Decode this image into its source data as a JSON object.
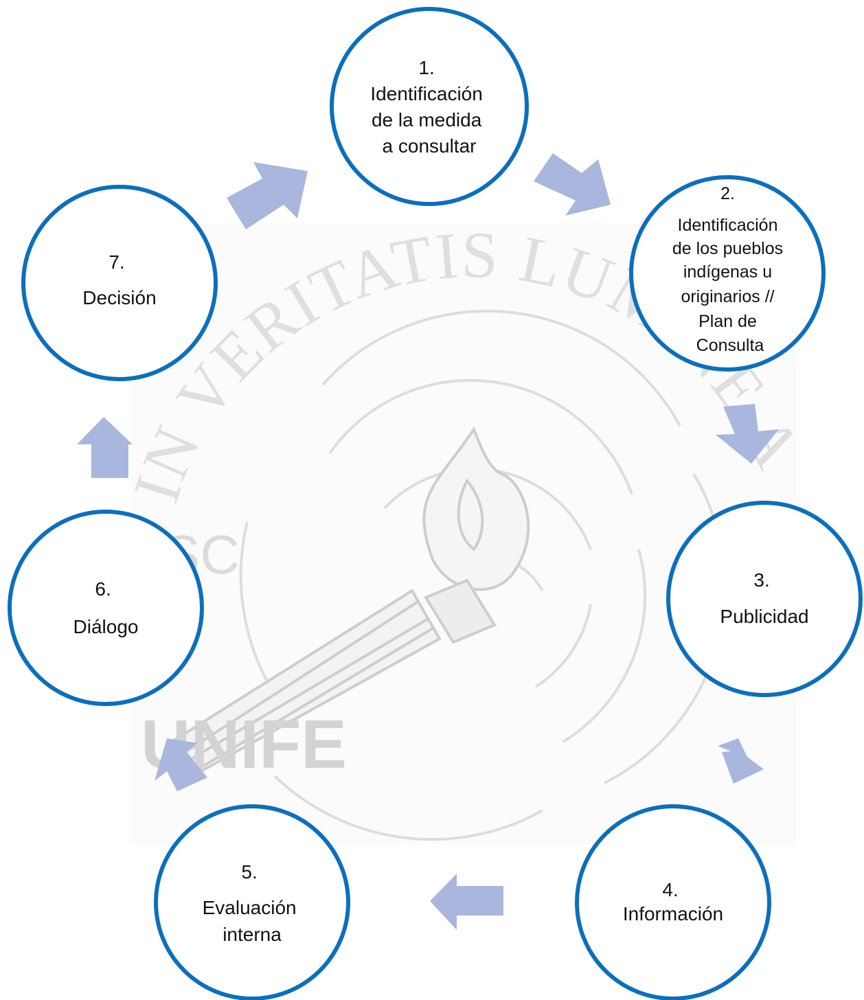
{
  "watermark": {
    "motto": "IN VERITATIS LUMINE AMBULEMUS",
    "logo_text": "UNIFE",
    "side_text": "SC"
  },
  "colors": {
    "circle_stroke": "#0b6fbd",
    "arrow_fill": "#a9b6dd",
    "text": "#111111"
  },
  "steps": [
    {
      "id": "step-1",
      "lines": [
        "1.",
        "Identificación",
        "de la medida",
        "a consultar"
      ]
    },
    {
      "id": "step-2",
      "lines": [
        "2.",
        "Identificación",
        "de los pueblos",
        "indígenas u",
        "originarios //",
        "Plan de",
        "Consulta"
      ]
    },
    {
      "id": "step-3",
      "lines": [
        "3.",
        "Publicidad"
      ]
    },
    {
      "id": "step-4",
      "lines": [
        "4.",
        "Información"
      ]
    },
    {
      "id": "step-5",
      "lines": [
        "5.",
        "Evaluación",
        "interna"
      ]
    },
    {
      "id": "step-6",
      "lines": [
        "6.",
        "Diálogo"
      ]
    },
    {
      "id": "step-7",
      "lines": [
        "7.",
        "Decisión"
      ]
    }
  ],
  "arrows": [
    {
      "from": "step-1",
      "to": "step-2",
      "icon": "arrow-right-down-icon"
    },
    {
      "from": "step-2",
      "to": "step-3",
      "icon": "arrow-down-icon"
    },
    {
      "from": "step-3",
      "to": "step-4",
      "icon": "arrow-down-icon"
    },
    {
      "from": "step-4",
      "to": "step-5",
      "icon": "arrow-left-icon"
    },
    {
      "from": "step-5",
      "to": "step-6",
      "icon": "arrow-up-left-icon"
    },
    {
      "from": "step-6",
      "to": "step-7",
      "icon": "arrow-up-icon"
    },
    {
      "from": "step-7",
      "to": "step-1",
      "icon": "arrow-up-right-icon"
    }
  ]
}
